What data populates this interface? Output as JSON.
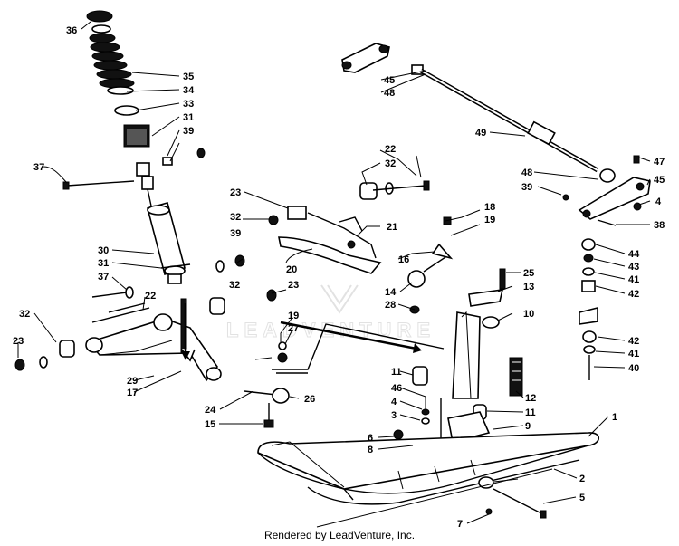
{
  "footer": "Rendered by LeadVenture, Inc.",
  "watermark": "LEADVENTURE",
  "callouts": [
    "36",
    "35",
    "34",
    "33",
    "31",
    "39",
    "37",
    "30",
    "31",
    "37",
    "22",
    "32",
    "23",
    "39",
    "32",
    "23",
    "29",
    "17",
    "24",
    "15",
    "26",
    "19",
    "27",
    "20",
    "21",
    "22",
    "32",
    "23",
    "32",
    "21",
    "19",
    "18",
    "16",
    "14",
    "28",
    "25",
    "13",
    "10",
    "11",
    "46",
    "4",
    "3",
    "6",
    "8",
    "12",
    "11",
    "9",
    "1",
    "2",
    "5",
    "7",
    "45",
    "48",
    "49",
    "48",
    "39",
    "45",
    "47",
    "4",
    "38",
    "44",
    "43",
    "41",
    "42",
    "42",
    "41",
    "40"
  ]
}
